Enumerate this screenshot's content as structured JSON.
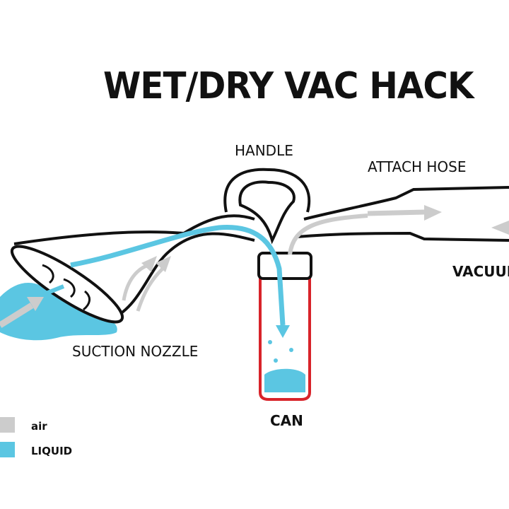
{
  "title": "WET/DRY VAC HACK",
  "labels": {
    "handle": "HANDLE",
    "attach_hose": "ATTACH HOSE",
    "vacuum": "VACUUM",
    "suction_nozzle": "SUCTION NOZZLE",
    "can": "CAN"
  },
  "legend": [
    {
      "label": "air",
      "color": "#cccccc"
    },
    {
      "label": "LIQUID",
      "color": "#5bc6e2"
    }
  ],
  "colors": {
    "outline": "#111111",
    "can": "#d8232a",
    "air": "#cccccc",
    "liquid": "#5bc6e2"
  }
}
